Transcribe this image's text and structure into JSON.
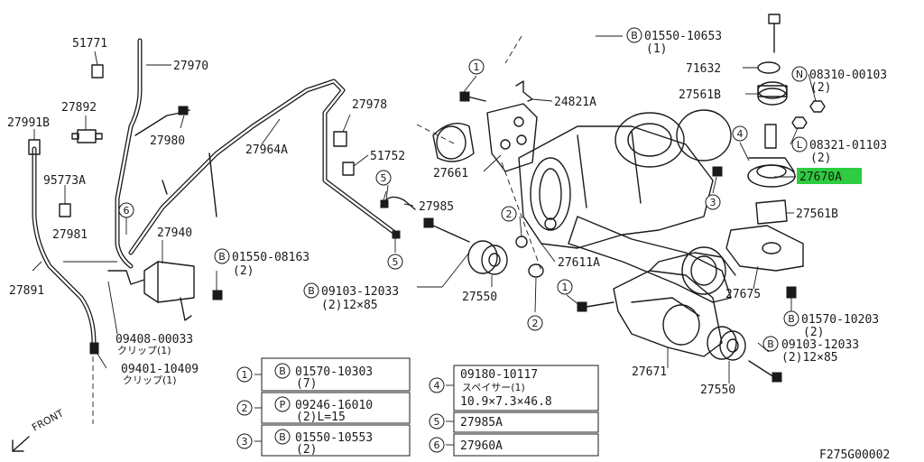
{
  "callouts": {
    "p51771": "51771",
    "p27970": "27970",
    "p27892": "27892",
    "p27991B": "27991B",
    "p27980": "27980",
    "p95773A": "95773A",
    "p27964A": "27964A",
    "p27978": "27978",
    "p51752": "51752",
    "p27985": "27985",
    "p27981": "27981",
    "p27940": "27940",
    "p27891": "27891",
    "b01550_08163": "01550-08163",
    "b01550_08163_qty": "(2)",
    "b09103_12033_left": "09103-12033",
    "b09103_12033_left_qty": "(2)12×85",
    "p09408": "09408-00033",
    "p09408_sub": "クリップ(1)",
    "p09401": "09401-10409",
    "p09401_sub": "クリップ(1)",
    "front": "FRONT",
    "b01550_10653": "01550-10653",
    "b01550_10653_qty": "(1)",
    "p71632": "71632",
    "n08310": "08310-00103",
    "n08310_qty": "(2)",
    "p27561B_top": "27561B",
    "p24821A": "24821A",
    "l08321": "08321-01103",
    "l08321_qty": "(2)",
    "p27670A": "27670A",
    "p27661": "27661",
    "p27561B_bot": "27561B",
    "p27611A": "27611A",
    "p27550_mid": "27550",
    "p27675": "27675",
    "b01570_10203": "01570-10203",
    "b01570_10203_qty": "(2)",
    "b09103_12033_right": "09103-12033",
    "b09103_12033_right_qty": "(2)12×85",
    "p27671": "27671",
    "p27550_bot": "27550",
    "code": "F275G00002"
  },
  "circle_markers": {
    "m1": "1",
    "m2": "2",
    "m3": "3",
    "m4": "4",
    "m5": "5",
    "m6": "6",
    "b": "B",
    "p": "P",
    "n": "N",
    "l": "L"
  },
  "legend": {
    "r1_num": "1",
    "r1_text": "01570-10303",
    "r1_qty": "(7)",
    "r2_num": "2",
    "r2_text": "09246-16010",
    "r2_qty": "(2)L=15",
    "r3_num": "3",
    "r3_text": "01550-10553",
    "r3_qty": "(2)",
    "r4_num": "4",
    "r4_text": "09180-10117",
    "r4_sub": "スペイサー(1)",
    "r4_dims": "10.9×7.3×46.8",
    "r5_num": "5",
    "r5_text": "27985A",
    "r6_num": "6",
    "r6_text": "27960A"
  },
  "colors": {
    "highlight": "#2ecc40",
    "ink": "#1a1a1a"
  }
}
